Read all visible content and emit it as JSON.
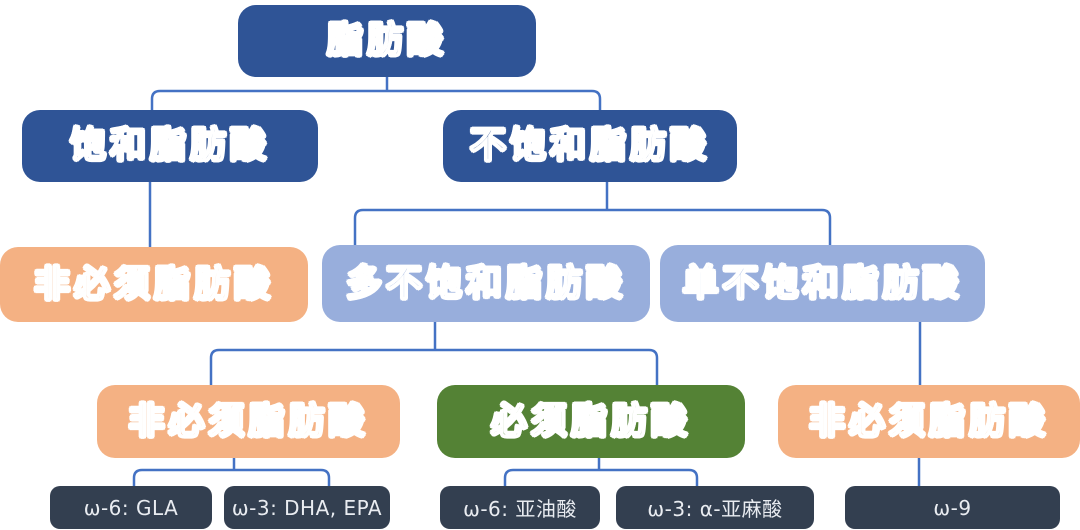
{
  "diagram": {
    "type": "tree-flowchart",
    "colors": {
      "dark_blue_node": "#2F5496",
      "light_blue_node": "#98AEDC",
      "orange_node": "#F4B183",
      "green_node": "#548235",
      "navy_leaf_node": "#333F50",
      "leaf_text": "#E9ECF1",
      "connector_line": "#4472C4",
      "background": "#FFFFFF"
    },
    "nodes": {
      "root": {
        "label": "脂肪酸"
      },
      "sat": {
        "label": "饱和脂肪酸"
      },
      "unsat": {
        "label": "不饱和脂肪酸"
      },
      "ne1": {
        "label": "非必须脂肪酸"
      },
      "poly": {
        "label": "多不饱和脂肪酸"
      },
      "mono": {
        "label": "单不饱和脂肪酸"
      },
      "ne2": {
        "label": "非必须脂肪酸"
      },
      "ess": {
        "label": "必须脂肪酸"
      },
      "ne3": {
        "label": "非必须脂肪酸"
      },
      "gla": {
        "label": "ω-6: GLA"
      },
      "dha": {
        "label": "ω-3: DHA, EPA"
      },
      "lin": {
        "label": "ω-6: 亚油酸"
      },
      "ala": {
        "label": "ω-3: α-亚麻酸"
      },
      "o9": {
        "label": "ω-9"
      }
    },
    "edges": [
      [
        "root",
        "sat"
      ],
      [
        "root",
        "unsat"
      ],
      [
        "sat",
        "ne1"
      ],
      [
        "unsat",
        "poly"
      ],
      [
        "unsat",
        "mono"
      ],
      [
        "poly",
        "ne2"
      ],
      [
        "poly",
        "ess"
      ],
      [
        "mono",
        "ne3"
      ],
      [
        "ne2",
        "gla"
      ],
      [
        "ne2",
        "dha"
      ],
      [
        "ess",
        "lin"
      ],
      [
        "ess",
        "ala"
      ],
      [
        "ne3",
        "o9"
      ]
    ]
  }
}
